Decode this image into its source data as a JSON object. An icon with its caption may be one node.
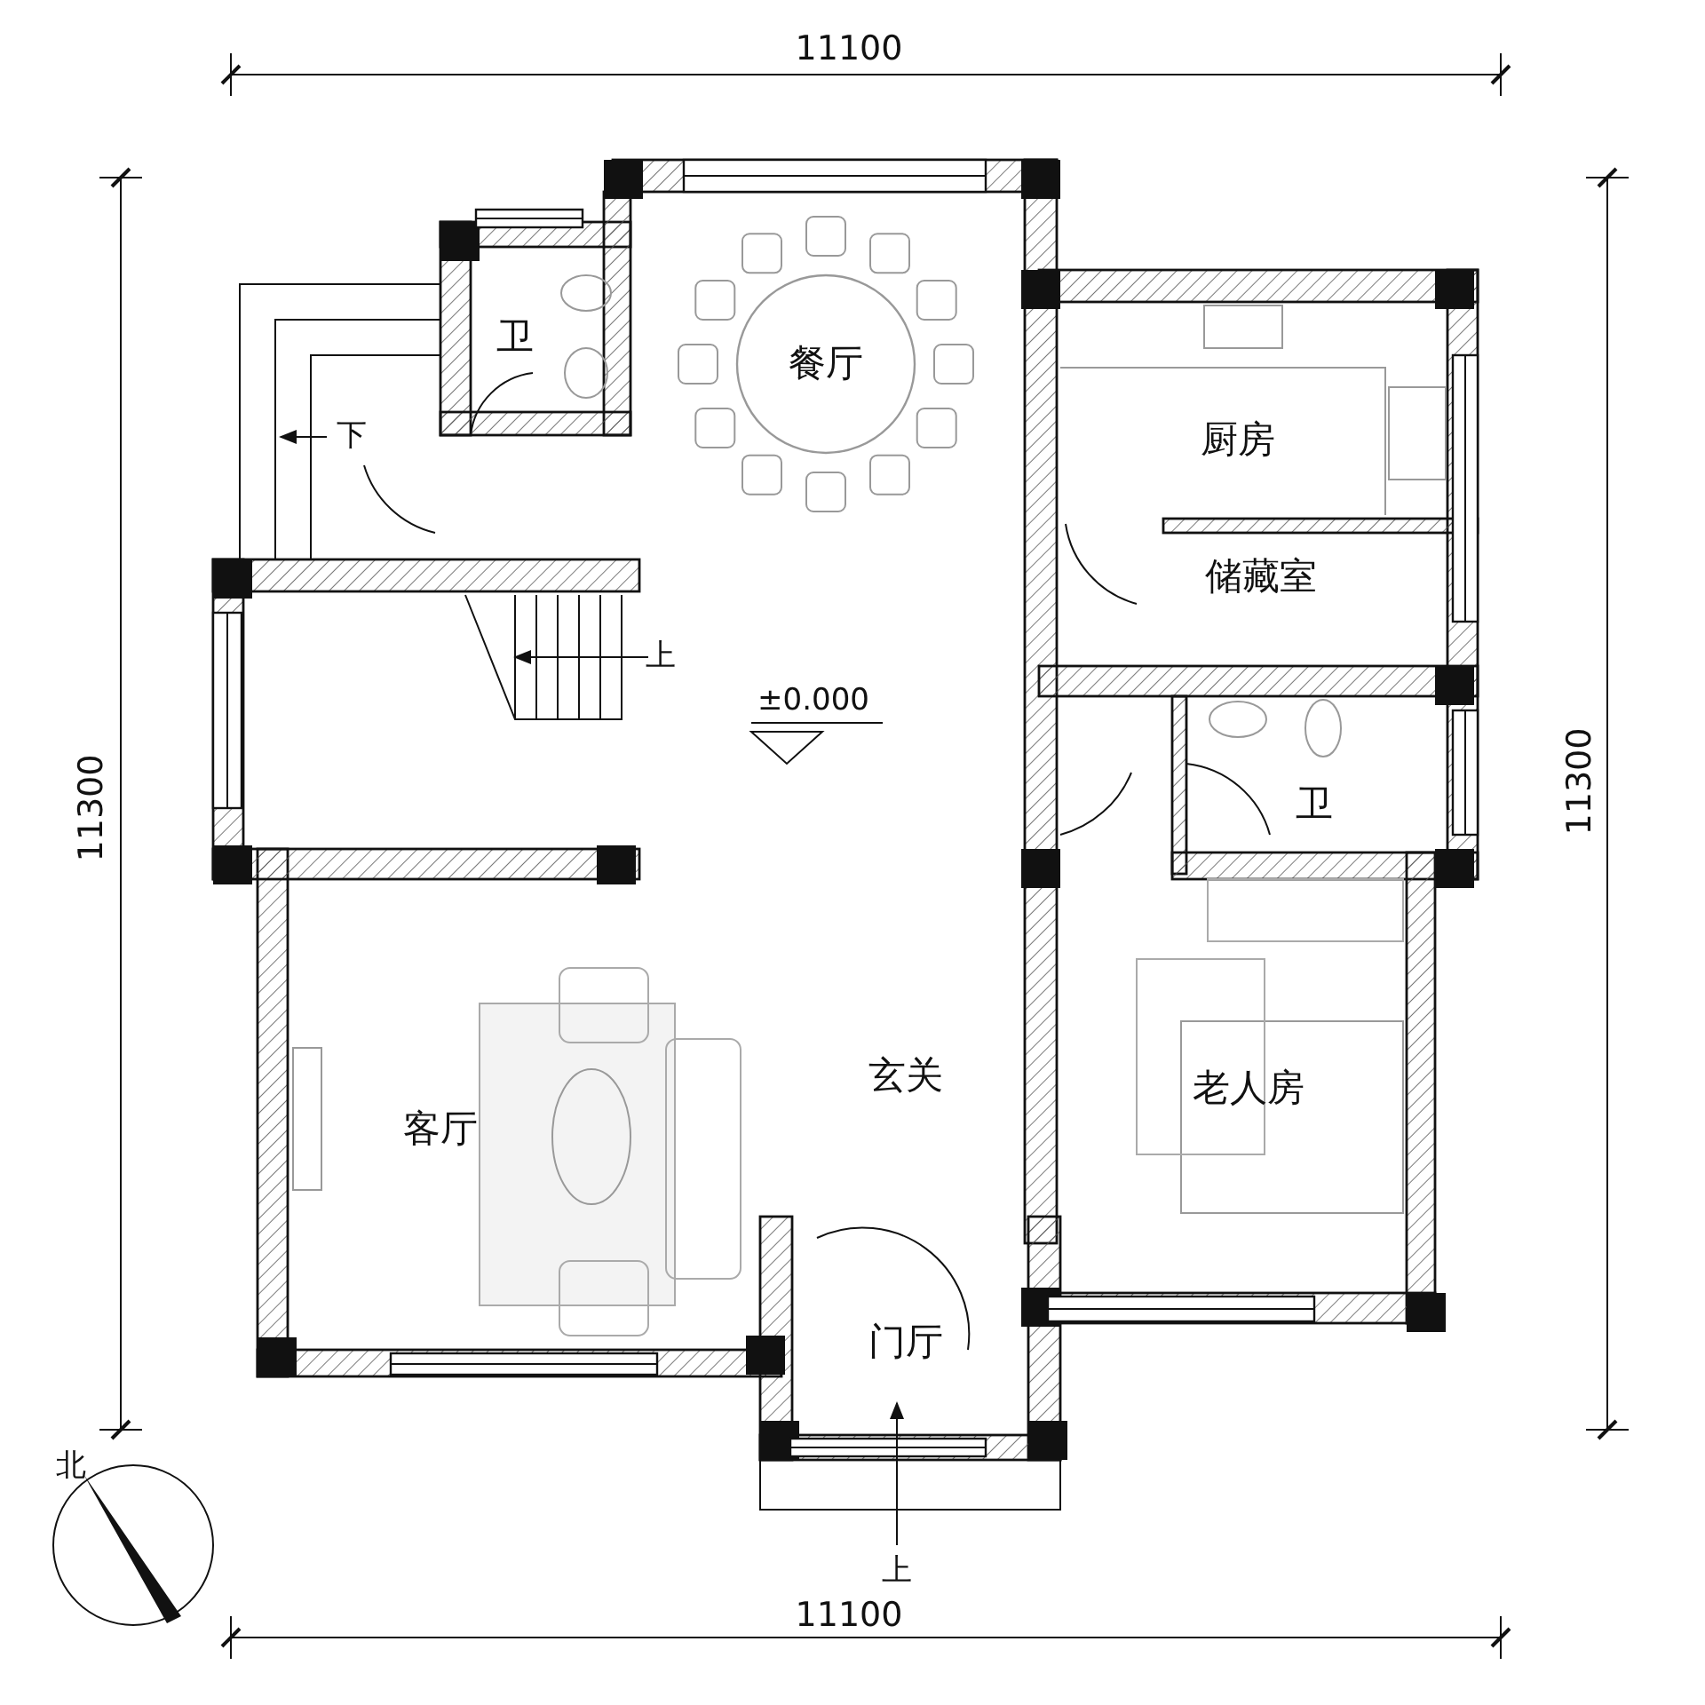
{
  "diagram": {
    "nodes": [
      {
        "text": [
          "卫"
        ]
      },
      {
        "text": [
          "餐厅"
        ]
      },
      {
        "text": [
          "厨房"
        ]
      },
      {
        "text": [
          "储藏室"
        ]
      },
      {
        "text": [
          "卫"
        ]
      },
      {
        "text": [
          "客厅"
        ]
      },
      {
        "text": [
          "玄关"
        ]
      },
      {
        "text": [
          "老人房"
        ]
      },
      {
        "text": [
          "门厅"
        ]
      }
    ],
    "edges": [],
    "labels": [
      "11100",
      "11300",
      "11300",
      "下",
      "上",
      "±0.000",
      "上",
      "11100",
      "北"
    ]
  }
}
